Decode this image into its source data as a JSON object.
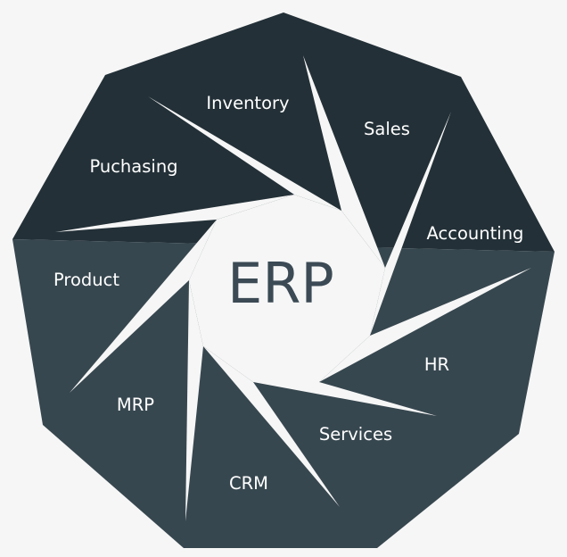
{
  "diagram": {
    "center_title": "ERP",
    "colors": {
      "background": "#f6f6f6",
      "dark_segment": "#233037",
      "light_segment": "#37474f",
      "label_text": "#ffffff",
      "center_text": "#3b4a54"
    },
    "segments": [
      {
        "label": "Inventory",
        "tone": "dark"
      },
      {
        "label": "Sales",
        "tone": "dark"
      },
      {
        "label": "Accounting",
        "tone": "dark"
      },
      {
        "label": "HR",
        "tone": "light"
      },
      {
        "label": "Services",
        "tone": "light"
      },
      {
        "label": "CRM",
        "tone": "light"
      },
      {
        "label": "MRP",
        "tone": "light"
      },
      {
        "label": "Product",
        "tone": "light"
      },
      {
        "label": "Puchasing",
        "tone": "dark"
      }
    ]
  }
}
